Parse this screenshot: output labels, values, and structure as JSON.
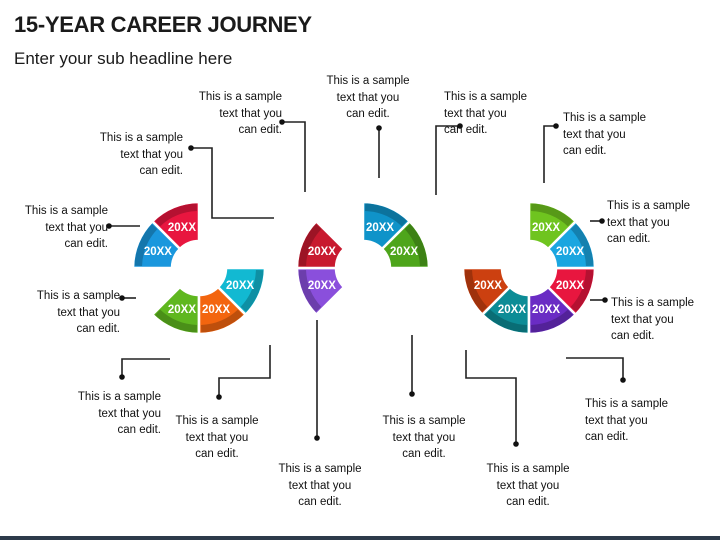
{
  "header": {
    "title": "15-YEAR CAREER JOURNEY",
    "subtitle": "Enter your sub headline here"
  },
  "segments": [
    {
      "id": "seg-l1",
      "label": "20XX",
      "color": "#e8163f"
    },
    {
      "id": "seg-l2",
      "label": "20XX",
      "color": "#1a97dd"
    },
    {
      "id": "seg-l3",
      "label": "20XX",
      "color": "#5fb71f"
    },
    {
      "id": "seg-l4",
      "label": "20XX",
      "color": "#f3650f"
    },
    {
      "id": "seg-l5",
      "label": "20XX",
      "color": "#12b9d2"
    },
    {
      "id": "seg-l6",
      "label": "20XX",
      "color": "#8a4fdc"
    },
    {
      "id": "seg-l7",
      "label": "20XX",
      "color": "#c81a2f"
    },
    {
      "id": "seg-l8",
      "label": "20XX",
      "color": "#0f93c9"
    },
    {
      "id": "seg-r1",
      "label": "20XX",
      "color": "#4ea51b"
    },
    {
      "id": "seg-r2",
      "label": "20XX",
      "color": "#cc4010"
    },
    {
      "id": "seg-r3",
      "label": "20XX",
      "color": "#0c8c96"
    },
    {
      "id": "seg-r4",
      "label": "20XX",
      "color": "#6a2cc4"
    },
    {
      "id": "seg-r5",
      "label": "20XX",
      "color": "#e8163f"
    },
    {
      "id": "seg-r6",
      "label": "20XX",
      "color": "#1aa6e0"
    },
    {
      "id": "seg-r7",
      "label": "20XX",
      "color": "#6fc41f"
    }
  ],
  "notes": {
    "line1": "This is a sample",
    "line2": "text that you",
    "line3": "can edit."
  }
}
